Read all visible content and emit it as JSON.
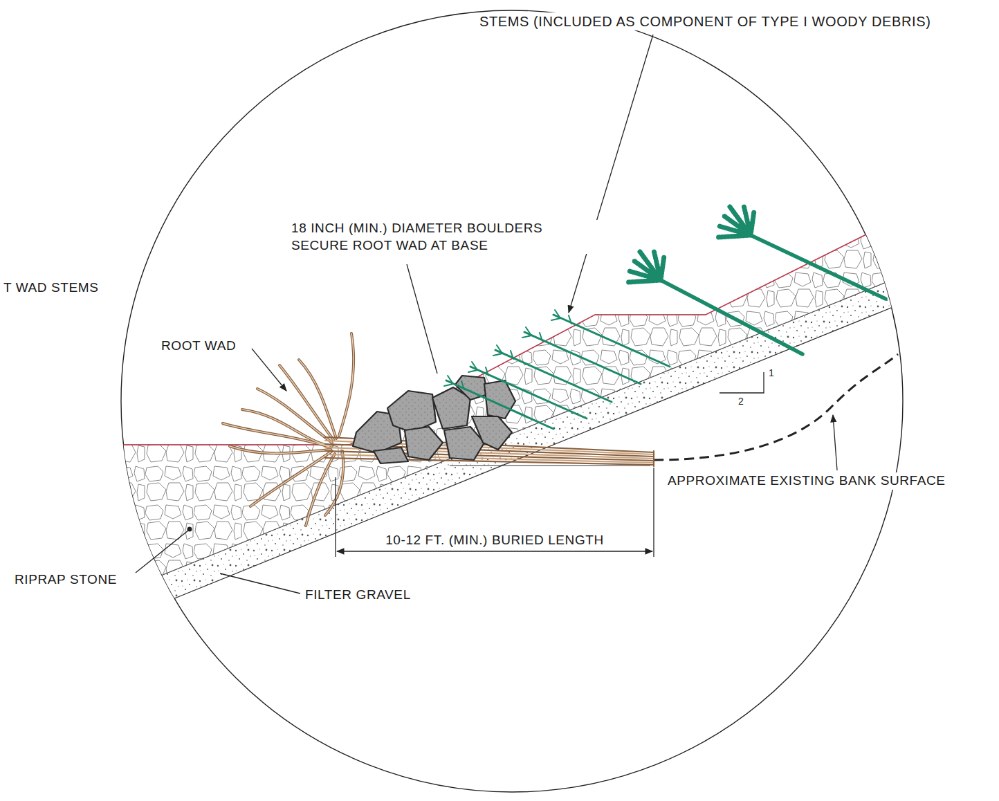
{
  "diagram": {
    "labels": [
      "STEMS (INCLUDED AS COMPONENT OF TYPE I WOODY DEBRIS)",
      "18 INCH (MIN.) DIAMETER BOULDERS SECURE ROOT WAD AT BASE",
      "T WAD STEMS",
      "ROOT WAD",
      "1",
      "2",
      "APPROXIMATE EXISTING BANK SURFACE",
      "10-12 FT. (MIN.) BURIED LENGTH",
      "RIPRAP STONE",
      "FILTER GRAVEL"
    ]
  }
}
